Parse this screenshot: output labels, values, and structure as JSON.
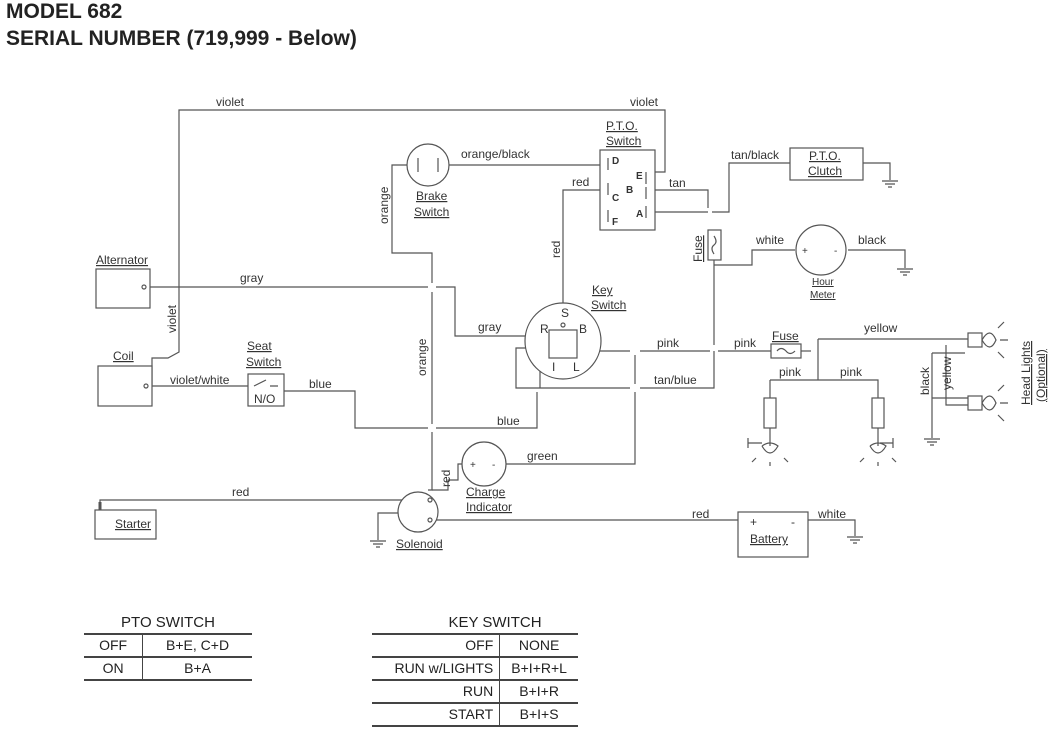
{
  "header": {
    "title": "MODEL 682",
    "subtitle": "SERIAL NUMBER (719,999 - Below)"
  },
  "components": {
    "alternator": "Alternator",
    "coil": "Coil",
    "seat_switch": [
      "Seat",
      "Switch"
    ],
    "seat_switch_state": "N/O",
    "brake_switch": [
      "Brake",
      "Switch"
    ],
    "pto_switch": [
      "P.T.O.",
      "Switch"
    ],
    "pto_terminals": [
      "D",
      "E",
      "C",
      "B",
      "F",
      "A"
    ],
    "pto_clutch": [
      "P.T.O.",
      "Clutch"
    ],
    "fuse_upper": "Fuse",
    "fuse_lower": "Fuse",
    "hour_meter": [
      "Hour",
      "Meter"
    ],
    "key_switch": [
      "Key",
      "Switch"
    ],
    "key_terminals": [
      "S",
      "R",
      "B",
      "I",
      "L"
    ],
    "head_lights": [
      "Head Lights",
      "(Optional)"
    ],
    "charge_indicator": [
      "Charge",
      "Indicator"
    ],
    "starter": "Starter",
    "solenoid": "Solenoid",
    "battery": "Battery",
    "battery_pos": "+",
    "battery_neg": "-",
    "meter_plus": "+",
    "meter_minus": "-"
  },
  "wires": {
    "violet_top_left": "violet",
    "violet_top_right": "violet",
    "violet_left": "violet",
    "gray_top": "gray",
    "gray_key": "gray",
    "orange_black": "orange/black",
    "orange_upper": "orange",
    "orange_lower": "orange",
    "red_pto": "red",
    "red_key": "red",
    "tan": "tan",
    "tan_black": "tan/black",
    "white_meter": "white",
    "black_meter": "black",
    "pink_key": "pink",
    "pink_fuse": "pink",
    "pink_left": "pink",
    "pink_right": "pink",
    "yellow_top": "yellow",
    "yellow_vert": "yellow",
    "black_lights": "black",
    "tan_blue": "tan/blue",
    "violet_white": "violet/white",
    "blue_seat": "blue",
    "blue_lower": "blue",
    "green": "green",
    "red_charge": "red",
    "red_starter": "red",
    "red_battery": "red",
    "white_battery": "white"
  },
  "pto_table": {
    "caption": "PTO SWITCH",
    "rows": [
      [
        "OFF",
        "B+E, C+D"
      ],
      [
        "ON",
        "B+A"
      ]
    ]
  },
  "key_table": {
    "caption": "KEY SWITCH",
    "header": [
      "OFF",
      "NONE"
    ],
    "rows": [
      [
        "RUN w/LIGHTS",
        "B+I+R+L"
      ],
      [
        "RUN",
        "B+I+R"
      ],
      [
        "START",
        "B+I+S"
      ]
    ]
  }
}
